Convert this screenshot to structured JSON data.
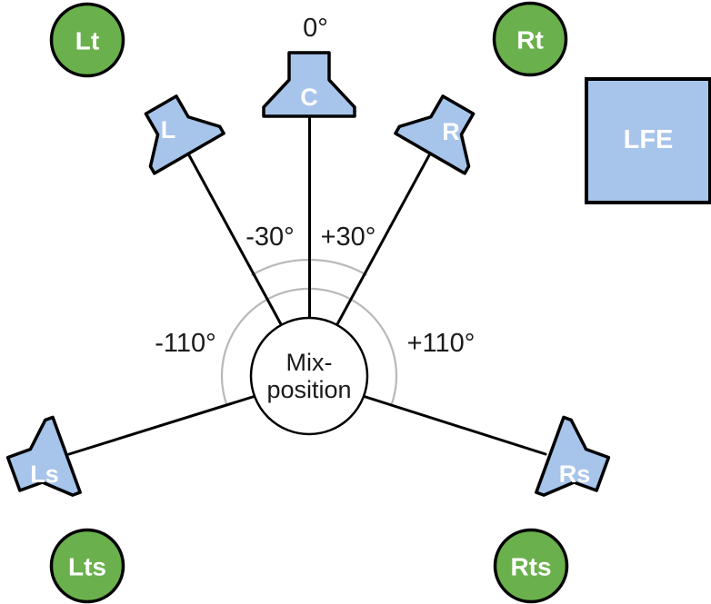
{
  "colors": {
    "background": "#ffffff",
    "speaker_fill": "#a7c4ea",
    "height_fill": "#6ab04c",
    "line": "#000000",
    "arc": "#b9b9b9",
    "text": "#1a1a1a",
    "label_on_fill": "#ffffff"
  },
  "angles": {
    "center": "0°",
    "front_left": "-30°",
    "front_right": "+30°",
    "surround_left": "-110°",
    "surround_right": "+110°"
  },
  "mix": {
    "line1": "Mix-",
    "line2": "position"
  },
  "speakers": {
    "c": "C",
    "l": "L",
    "r": "R",
    "ls": "Ls",
    "rs": "Rs",
    "lfe": "LFE"
  },
  "heights": {
    "lt": "Lt",
    "rt": "Rt",
    "lts": "Lts",
    "rts": "Rts"
  }
}
